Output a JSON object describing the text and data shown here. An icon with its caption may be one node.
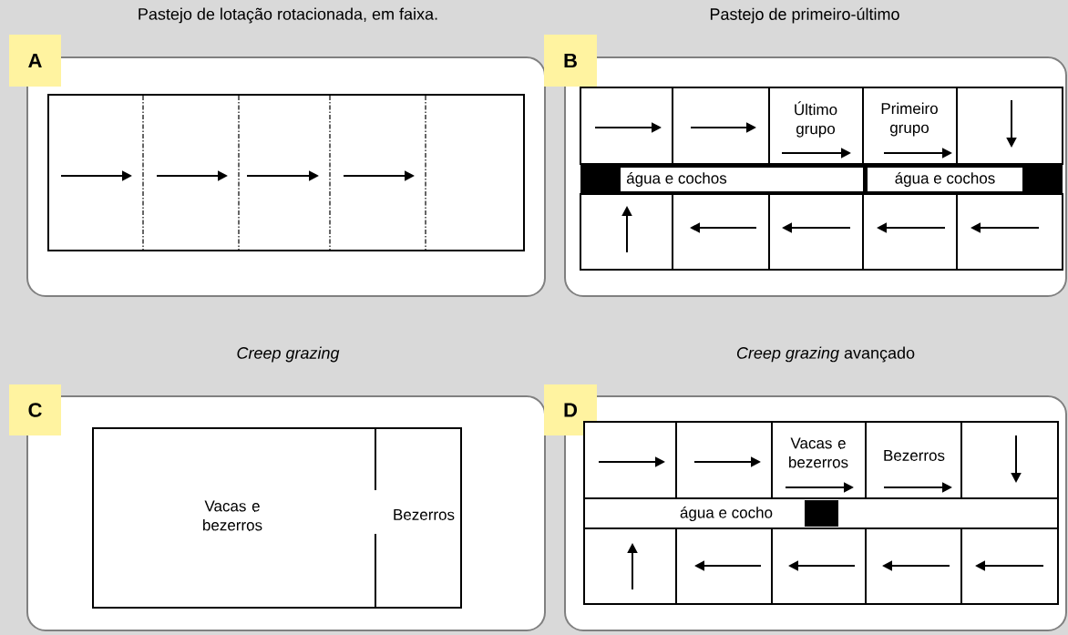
{
  "diagram": {
    "nodes": [
      {
        "text": [
          "Pastejo de lotação rotacionada, em faixa."
        ]
      },
      {
        "text": [
          "A"
        ]
      },
      {
        "text": [],
        "shape": "box",
        "in": 0
      },
      {
        "text": [
          "Pastejo de primeiro-último"
        ]
      },
      {
        "text": [
          "B"
        ]
      },
      {
        "text": [],
        "shape": "box",
        "in": 3
      },
      {
        "text": [],
        "shape": "box",
        "in": 3
      },
      {
        "text": [
          "Último grupo"
        ],
        "in": 3
      },
      {
        "text": [
          "Primeiro grupo"
        ],
        "in": 3
      },
      {
        "text": [],
        "shape": "box",
        "in": 3
      },
      {
        "text": [],
        "shape": "bar",
        "in": 3
      },
      {
        "text": [
          "água e cochos"
        ],
        "in": 10
      },
      {
        "text": [
          "água e cochos"
        ],
        "in": 10
      },
      {
        "text": [],
        "shape": "box",
        "in": 3
      },
      {
        "text": [],
        "shape": "box",
        "in": 3
      },
      {
        "text": [],
        "shape": "box",
        "in": 3
      },
      {
        "text": [],
        "shape": "box",
        "in": 3
      },
      {
        "text": [],
        "shape": "box",
        "in": 3
      },
      {
        "text": [
          "Creep grazing"
        ]
      },
      {
        "text": [
          "C"
        ]
      },
      {
        "text": [
          "Vacas e bezerros"
        ],
        "in": 18
      },
      {
        "text": [
          "Bezerros"
        ],
        "in": 20
      },
      {
        "text": [
          "*Creep grazing* avançado"
        ]
      },
      {
        "text": [
          "D"
        ]
      },
      {
        "text": [],
        "shape": "box",
        "in": 22
      },
      {
        "text": [],
        "shape": "box",
        "in": 22
      },
      {
        "text": [
          "Vacas e bezerros"
        ],
        "in": 22
      },
      {
        "text": [
          "Bezerros"
        ],
        "in": 22
      },
      {
        "text": [],
        "shape": "box",
        "in": 22
      },
      {
        "text": [
          "água e cocho"
        ],
        "in": 22
      },
      {
        "text": [],
        "shape": "box",
        "in": 22
      },
      {
        "text": [],
        "shape": "box",
        "in": 22
      },
      {
        "text": [],
        "shape": "box",
        "in": 22
      },
      {
        "text": [],
        "shape": "box",
        "in": 22
      },
      {
        "text": [],
        "shape": "box",
        "in": 22
      }
    ]
  }
}
